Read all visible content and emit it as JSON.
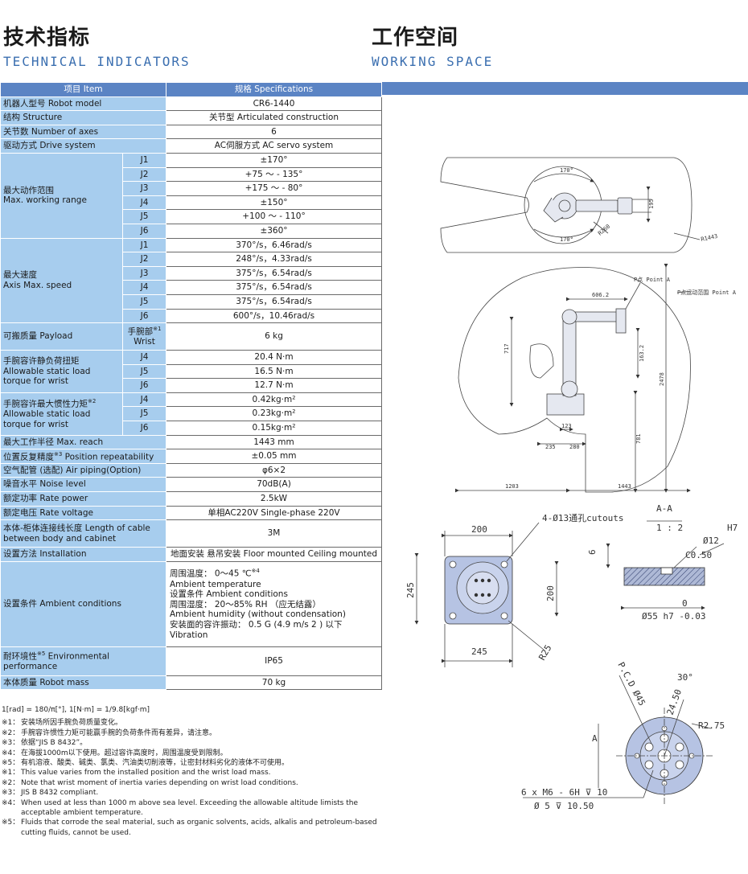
{
  "headers": {
    "left_cn": "技术指标",
    "left_en": "TECHNICAL INDICATORS",
    "right_cn": "工作空间",
    "right_en": "WORKING SPACE"
  },
  "table": {
    "col_item": "项目   Item",
    "col_spec": "规格   Specifications",
    "rows": {
      "model": {
        "label": "机器人型号   Robot model",
        "value": "CR6-1440"
      },
      "structure": {
        "label": "结构   Structure",
        "value": "关节型   Articulated construction"
      },
      "axes": {
        "label": "关节数   Number of axes",
        "value": "6"
      },
      "drive": {
        "label": "驱动方式   Drive system",
        "value": "AC伺服方式   AC servo system"
      },
      "range": {
        "label_cn": "最大动作范围",
        "label_en": "Max. working range",
        "j": [
          "J1",
          "J2",
          "J3",
          "J4",
          "J5",
          "J6"
        ],
        "v": [
          "±170°",
          "+75  ～  - 135°",
          "+175  ～  - 80°",
          "±150°",
          "+100  ～  - 110°",
          "±360°"
        ]
      },
      "speed": {
        "label_cn": "最大速度",
        "label_en": "Axis Max. speed",
        "j": [
          "J1",
          "J2",
          "J3",
          "J4",
          "J5",
          "J6"
        ],
        "v": [
          "370°/s，6.46rad/s",
          "248°/s，4.33rad/s",
          "375°/s，6.54rad/s",
          "375°/s，6.54rad/s",
          "375°/s，6.54rad/s",
          "600°/s，10.46rad/s"
        ]
      },
      "payload": {
        "label": "可搬质量   Payload",
        "sub_cn": "手腕部",
        "sub_mark": "※1",
        "sub_en": "Wrist",
        "value": "6 kg"
      },
      "torque": {
        "label_cn": "手腕容许静负荷扭矩",
        "label_en": "Allowable static load torque for wrist",
        "j": [
          "J4",
          "J5",
          "J6"
        ],
        "v": [
          "20.4 N·m",
          "16.5 N·m",
          "12.7 N·m"
        ]
      },
      "inertia": {
        "label_cn": "手腕容许最大惯性力矩",
        "label_mark": "※2",
        "label_en": "Allowable static load torque for wrist",
        "j": [
          "J4",
          "J5",
          "J6"
        ],
        "v": [
          "0.42kg·m²",
          "0.23kg·m²",
          "0.15kg·m²"
        ]
      },
      "reach": {
        "label": "最大工作半径   Max. reach",
        "value": "1443 mm"
      },
      "repeat": {
        "label_a": "位置反复精度",
        "mark": "※3",
        "label_b": "  Position repeatability",
        "value": "±0.05 mm"
      },
      "air": {
        "label": "空气配管 (选配)   Air piping(Option)",
        "value": "φ6×2"
      },
      "noise": {
        "label": "噪音水平   Noise level",
        "value": "70dB(A)"
      },
      "power": {
        "label": "额定功率   Rate power",
        "value": "2.5kW"
      },
      "voltage": {
        "label": "额定电压   Rate voltage",
        "value": "单相AC220V   Single-phase 220V"
      },
      "cable": {
        "label": "本体-柜体连接线长度   Length of cable between body and cabinet",
        "value": "3M"
      },
      "install": {
        "label": "设置方法   Installation",
        "value": "地面安装  悬吊安装  Floor mounted  Ceiling mounted"
      },
      "ambient": {
        "label": "设置条件   Ambient conditions",
        "l1a": "周围温度：  0～45 ℃",
        "l1m": "※4",
        "l2": "Ambient temperature",
        "l3": "设置条件 Ambient conditions",
        "l4": "周围湿度：  20～85% RH （应无结露）",
        "l5": "Ambient humidity (without condensation)",
        "l6": "安装面的容许振动：  0.5 G (4.9 m/s 2 ) 以下",
        "l7": "Vibration"
      },
      "env": {
        "label_a": "耐环境性",
        "mark": "※5",
        "label_b": "  Environmental performance",
        "value": "IP65"
      },
      "mass": {
        "label": "本体质量   Robot mass",
        "value": "70 kg"
      }
    }
  },
  "notes": {
    "first": "1[rad] = 180/π[°],  1[N·m] = 1/9.8[kgf·m]",
    "cn": [
      {
        "m": "※1：",
        "t": "安装场所因手腕负荷质量变化。"
      },
      {
        "m": "※2：",
        "t": "手腕容许惯性力矩可能赢手腕的负荷条件而有差异，请注意。"
      },
      {
        "m": "※3：",
        "t": "依据“JIS B 8432”。"
      },
      {
        "m": "※4：",
        "t": "在海拔1000m以下使用。超过容许高度时，周围温度受到限制。"
      },
      {
        "m": "※5：",
        "t": "有机溶液、酸类、碱类、氯类、汽油类切削液等，让密封材料劣化的液体不可使用。"
      }
    ],
    "en": [
      {
        "m": "※1：",
        "t": "This value varies from the installed position and the wrist load mass."
      },
      {
        "m": "※2：",
        "t": "Note that wrist moment of inertia varies depending on wrist load conditions."
      },
      {
        "m": "※3：",
        "t": "JIS B 8432 compliant."
      },
      {
        "m": "※4：",
        "t": "When used at less than 1000 m above sea level. Exceeding the allowable altitude limists the acceptable ambient temperature."
      },
      {
        "m": "※5：",
        "t": "Fluids that corrode the seal material, such as organic solvents, acids, alkalis and petroleum-based cutting fluids, cannot be used."
      }
    ]
  },
  "drawing": {
    "top": {
      "a170_top": "170°",
      "a170_bot": "170°",
      "d195": "195",
      "r260": "R260",
      "r1443": "R1443"
    },
    "side": {
      "pointA": "P点 Point A",
      "pointA_range": "P点运动范围 Point A",
      "d606": "606.2",
      "d717": "717",
      "d163": "163.2",
      "d2478": "2478",
      "d123": "123",
      "d235": "235",
      "d280": "280",
      "d781": "781",
      "d1203": "1203",
      "d1443": "1443"
    },
    "base": {
      "d200_top": "200",
      "cutouts": "4-Ø13通孔cutouts",
      "d245_left": "245",
      "d200_right": "200",
      "d245_bot": "245",
      "r25": "R25"
    },
    "section": {
      "title": "A-A",
      "scale": "1 : 2",
      "h7": "H7",
      "d12": "Ø12",
      "d6": "6",
      "c05": "C0.50",
      "zero": "0",
      "d55": "Ø55 h7 -0.03"
    },
    "flange": {
      "pcd": "P.C.D Ø45",
      "a30": "30°",
      "d24": "24.50",
      "r275": "R2.75",
      "lbl_a": "A",
      "m6": "6 x  M6 - 6H ⊽ 10",
      "d5": "Ø 5 ⊽ 10.50"
    }
  }
}
